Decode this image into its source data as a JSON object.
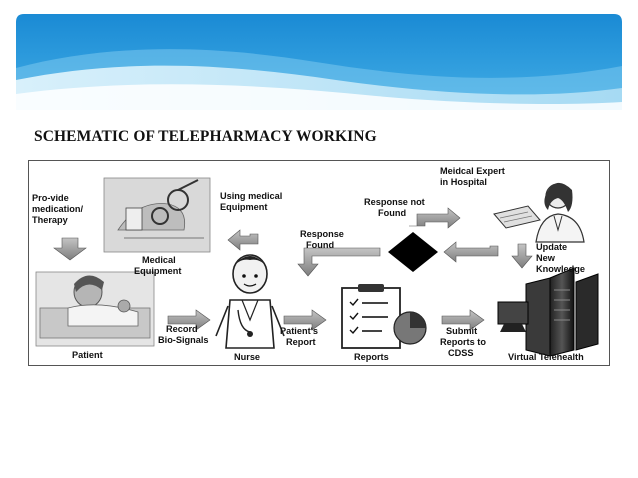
{
  "slide": {
    "title": "SCHEMATIC  OF TELEPHARMACY WORKING"
  },
  "diagram": {
    "provide_medication_1": "Pro-vide",
    "provide_medication_2": "medication/",
    "provide_medication_3": "Therapy",
    "using_medical_1": "Using medical",
    "using_medical_2": "Equipment",
    "medical_equipment_1": "Medical",
    "medical_equipment_2": "Equipment",
    "response_not_found_1": "Response not",
    "response_not_found_2": "Found",
    "response_found_1": "Response",
    "response_found_2": "Found",
    "medical_expert_1": "Meidcal Expert",
    "medical_expert_2": "in Hospital",
    "update_1": "Update",
    "update_2": "New",
    "update_3": "Knowledge",
    "patient": "Patient",
    "record_1": "Record",
    "record_2": "Bio-Signals",
    "nurse": "Nurse",
    "patients_report_1": "Patient's",
    "patients_report_2": "Report",
    "reports": "Reports",
    "submit_1": "Submit",
    "submit_2": "Reports to",
    "submit_3": "CDSS",
    "virtual_telehealth": "Virtual Telehealth"
  },
  "colors": {
    "banner_dark": "#1e8fd6",
    "banner_light": "#b9e3f7",
    "arrow_fill": "#9a9a9a",
    "diamond": "#000000"
  }
}
